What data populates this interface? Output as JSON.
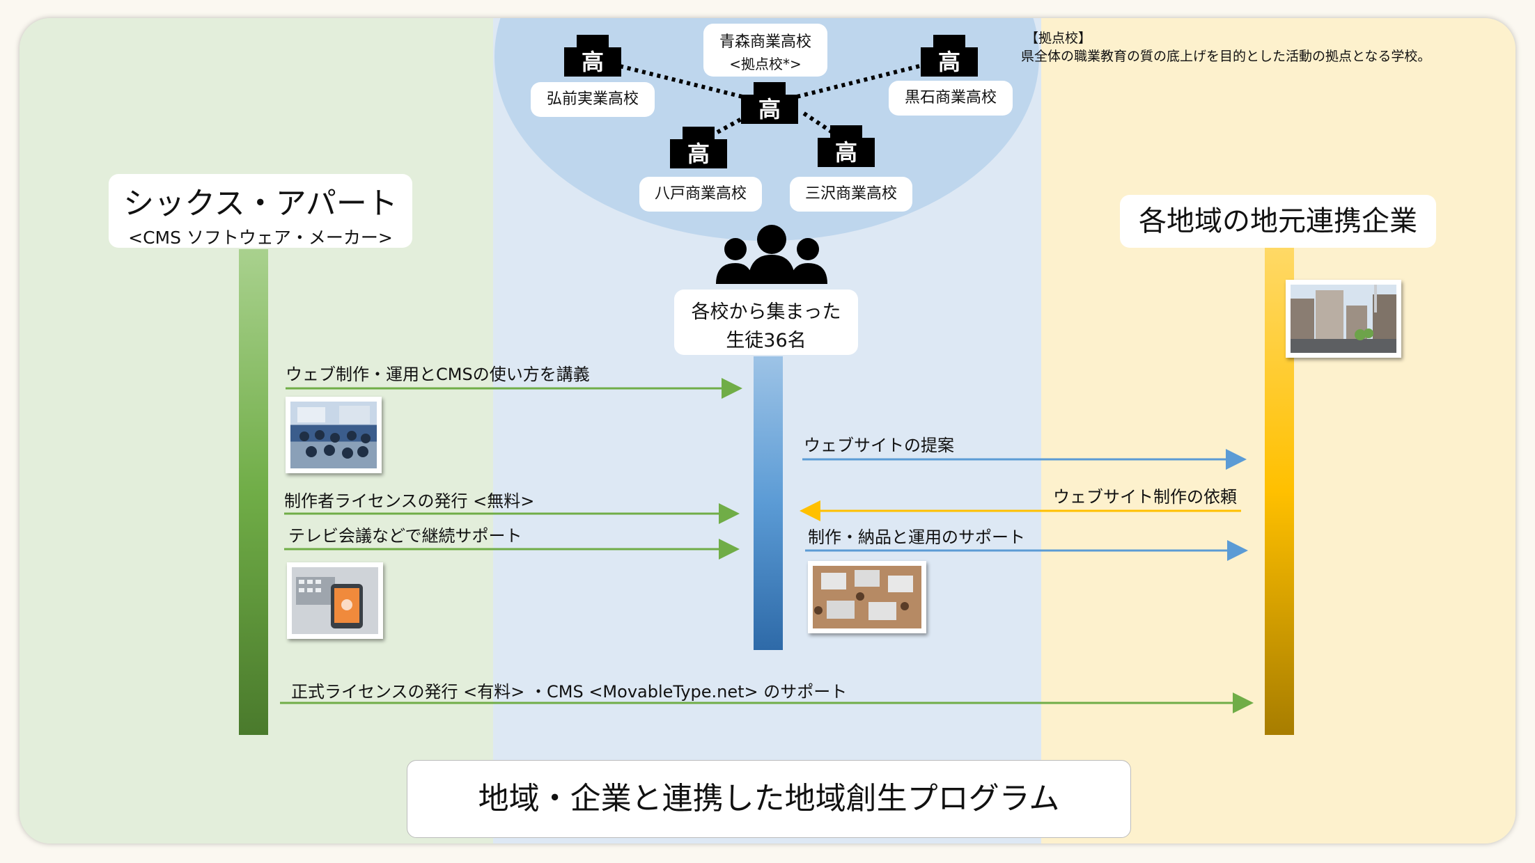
{
  "left_org": {
    "name": "シックス・アパート",
    "subtitle": "<CMS ソフトウェア・メーカー>"
  },
  "right_org": {
    "name": "各地域の地元連携企業"
  },
  "students": {
    "line1": "各校から集まった",
    "line2": "生徒36名"
  },
  "schools": {
    "hub_line1": "青森商業高校",
    "hub_line2": "<拠点校*>",
    "hirosaki": "弘前実業高校",
    "kuroishi": "黒石商業高校",
    "hachinohe": "八戸商業高校",
    "misawa": "三沢商業高校",
    "glyph": "高"
  },
  "note": {
    "title": "【拠点校】",
    "text": "県全体の職業教育の質の底上げを目的とした活動の拠点となる学校。"
  },
  "arrows": {
    "a1": "ウェブ制作・運用とCMSの使い方を講義",
    "a2": "制作者ライセンスの発行 <無料>",
    "a3": "テレビ会議などで継続サポート",
    "a4": "ウェブサイトの提案",
    "a5": "ウェブサイト制作の依頼",
    "a6": "制作・納品と運用のサポート",
    "a7": "正式ライセンスの発行 <有料> ・CMS <MovableType.net> のサポート"
  },
  "footer": {
    "title": "地域・企業と連携した地域創生プログラム"
  },
  "colors": {
    "green": "#70ad47",
    "blue": "#5b9bd5",
    "yellow": "#ffc000"
  }
}
